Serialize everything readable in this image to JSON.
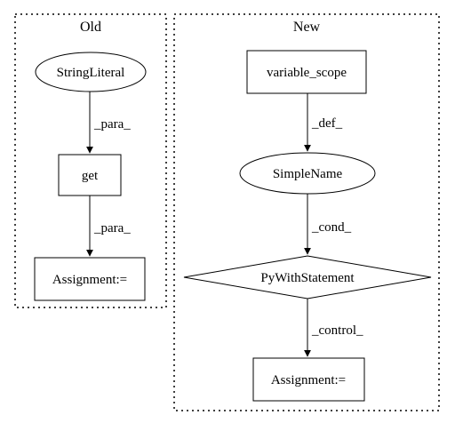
{
  "clusters": {
    "old": {
      "title": "Old"
    },
    "new": {
      "title": "New"
    }
  },
  "nodes": {
    "string_literal": "StringLiteral",
    "get": "get",
    "assignment_old": "Assignment:=",
    "variable_scope": "variable_scope",
    "simple_name": "SimpleName",
    "py_with_statement": "PyWithStatement",
    "assignment_new": "Assignment:="
  },
  "edges": {
    "string_literal_to_get": "_para_",
    "get_to_assignment": "_para_",
    "variable_scope_to_simple_name": "_def_",
    "simple_name_to_with": "_cond_",
    "with_to_assignment": "_control_"
  }
}
